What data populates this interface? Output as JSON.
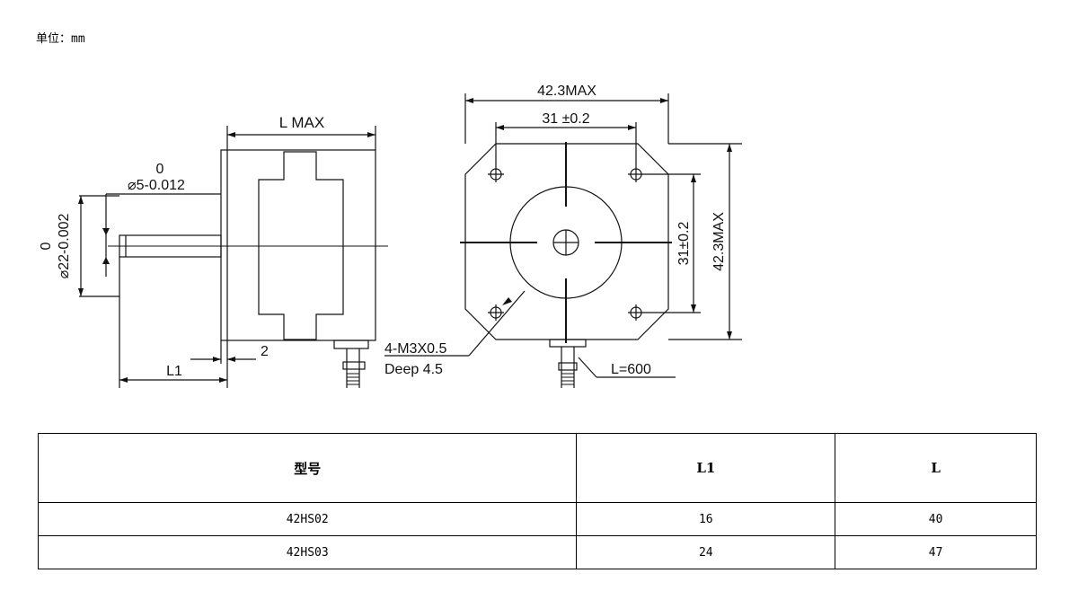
{
  "unit_label": "单位：mm",
  "drawing": {
    "side_view": {
      "l_max": "L MAX",
      "shaft_tol_top": "0",
      "shaft_dia": "⌀5-0.012",
      "boss_tol_top": "0",
      "boss_dia": "⌀22-0.002",
      "l1": "L1",
      "flange_thickness": "2",
      "thread_note_line1": "4-M3X0.5",
      "thread_note_line2": "Deep  4.5"
    },
    "front_view": {
      "width_max": "42.3MAX",
      "hole_spacing_h": "31 ±0.2",
      "hole_spacing_v": "31±0.2",
      "height_max": "42.3MAX",
      "lead_length": "L=600"
    }
  },
  "table": {
    "headers": [
      "型号",
      "L1",
      "L"
    ],
    "rows": [
      [
        "42HS02",
        "16",
        "40"
      ],
      [
        "42HS03",
        "24",
        "47"
      ]
    ]
  }
}
